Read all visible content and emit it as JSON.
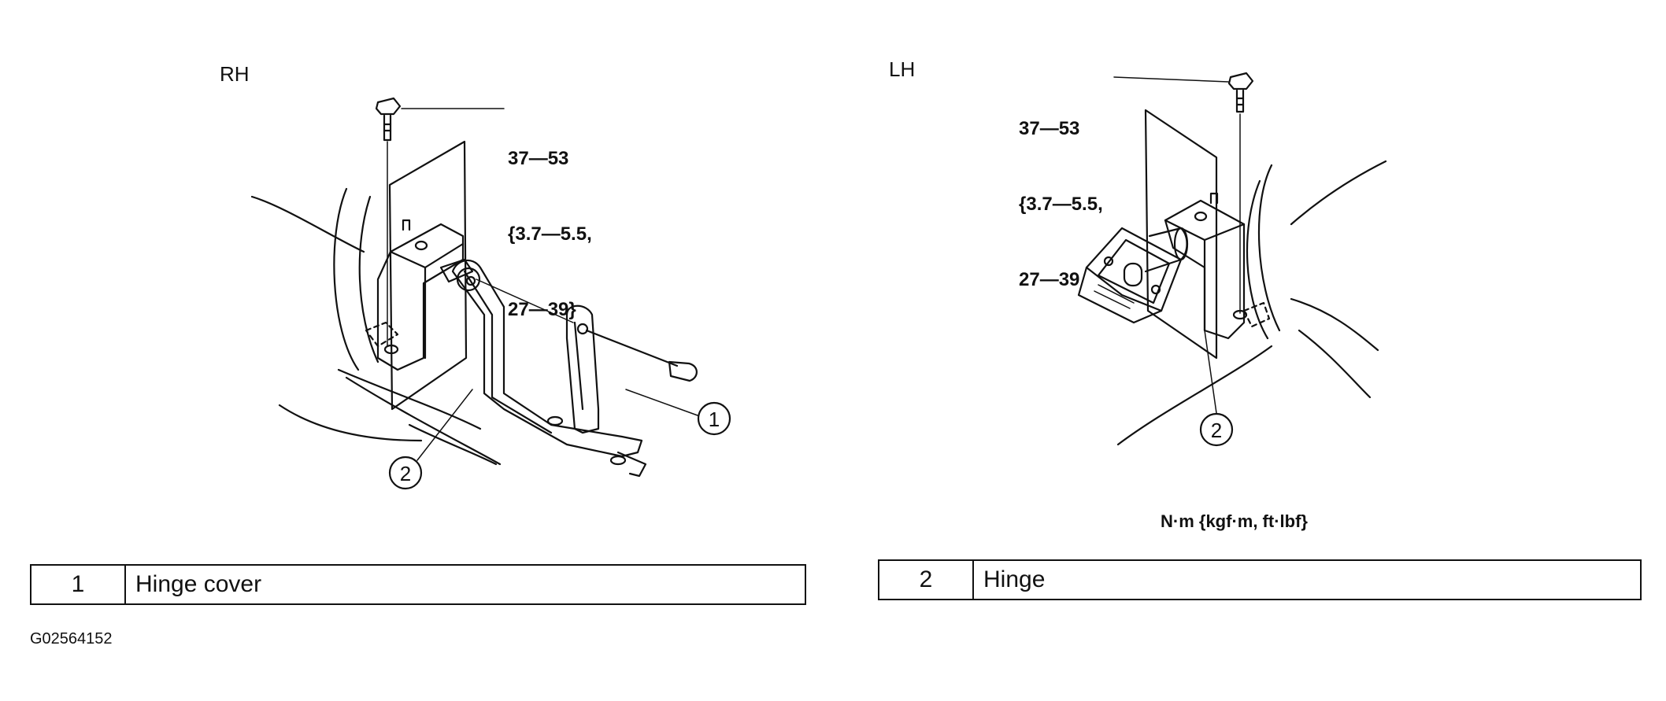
{
  "views": {
    "rh": {
      "side_label": "RH",
      "torque_lines": [
        "37—53",
        "{3.7—5.5,",
        "27—39}"
      ],
      "callouts": [
        "1",
        "2"
      ]
    },
    "lh": {
      "side_label": "LH",
      "torque_lines": [
        "37—53",
        "{3.7—5.5,",
        "27—39"
      ],
      "callouts": [
        "2"
      ]
    }
  },
  "units_label": "N·m {kgf·m, ft·lbf}",
  "legend": [
    {
      "number": "1",
      "name": "Hinge cover"
    },
    {
      "number": "2",
      "name": "Hinge"
    }
  ],
  "figure_id": "G02564152"
}
